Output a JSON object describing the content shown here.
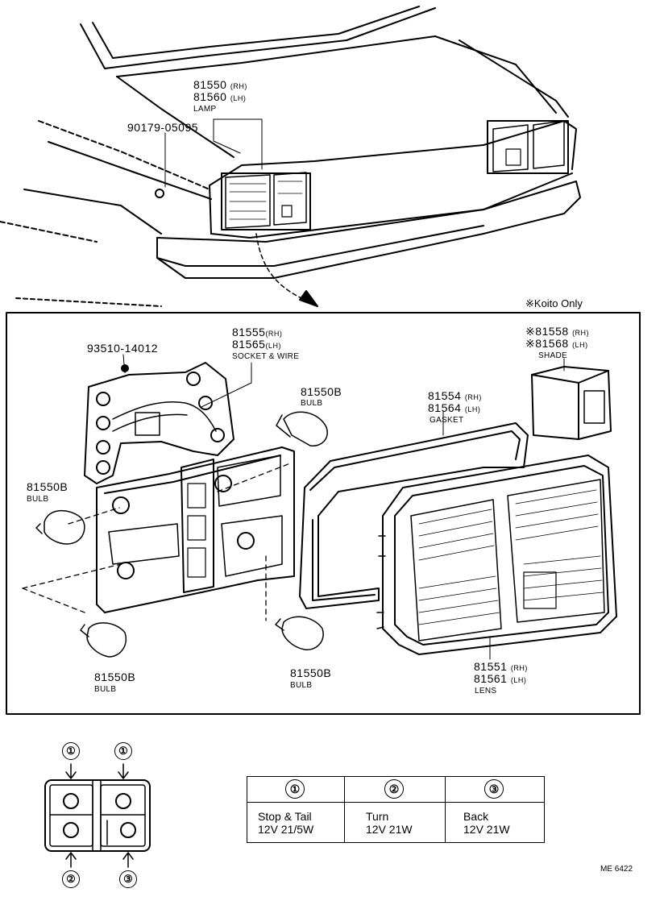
{
  "top_labels": {
    "lamp_rh": "81550",
    "lamp_rh_side": "(RH)",
    "lamp_lh": "81560",
    "lamp_lh_side": "(LH)",
    "lamp_name": "LAMP",
    "screw": "90179-05095"
  },
  "note": "※Koito Only",
  "parts": {
    "screw2": "93510-14012",
    "socket_rh": "81555",
    "socket_rh_side": "(RH)",
    "socket_lh": "81565",
    "socket_lh_side": "(LH)",
    "socket_name": "SOCKET & WIRE",
    "shade_rh": "※81558",
    "shade_rh_side": "(RH)",
    "shade_lh": "※81568",
    "shade_lh_side": "(LH)",
    "shade_name": "SHADE",
    "bulb_top": "81550B",
    "bulb_top_name": "BULB",
    "gasket_rh": "81554",
    "gasket_rh_side": "(RH)",
    "gasket_lh": "81564",
    "gasket_lh_side": "(LH)",
    "gasket_name": "GASKET",
    "bulb_left": "81550B",
    "bulb_left_name": "BULB",
    "bulb_bl": "81550B",
    "bulb_bl_name": "BULB",
    "bulb_bm": "81550B",
    "bulb_bm_name": "BULB",
    "lens_rh": "81551",
    "lens_rh_side": "(RH)",
    "lens_lh": "81561",
    "lens_lh_side": "(LH)",
    "lens_name": "LENS"
  },
  "layout_markers": {
    "m1a": "①",
    "m1b": "①",
    "m2": "②",
    "m3": "③"
  },
  "table": {
    "headers": [
      "①",
      "②",
      "③"
    ],
    "rows": [
      {
        "name": "Stop & Tail",
        "spec": "12V 21/5W"
      },
      {
        "name": "Turn",
        "spec": "12V 21W"
      },
      {
        "name": "Back",
        "spec": "12V 21W"
      }
    ]
  },
  "code": "ME 6422"
}
